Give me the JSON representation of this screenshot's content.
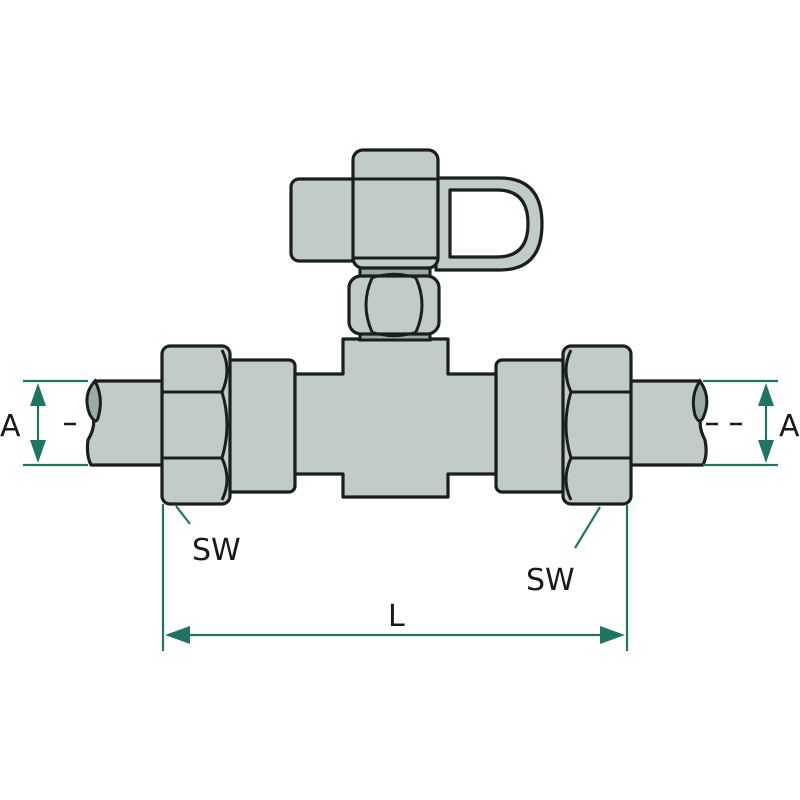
{
  "diagram": {
    "title": "Pressure gauge valve / T-fitting with union nuts",
    "colors": {
      "part_fill": "#c1ccc8",
      "part_shade": "#98aba4",
      "outline": "#1a1f1d",
      "dimension": "#1f7564",
      "background": "#ffffff"
    },
    "labels": {
      "pipe_diameter_left": "A",
      "pipe_diameter_right": "A",
      "wrench_size_left": "SW",
      "wrench_size_right": "SW",
      "length": "L"
    },
    "components": [
      "left-pipe",
      "left-union-nut",
      "left-body-collar",
      "center-tee-body",
      "right-body-collar",
      "right-union-nut",
      "right-pipe",
      "stem-hex-nut",
      "valve-handle",
      "handle-loop"
    ]
  }
}
